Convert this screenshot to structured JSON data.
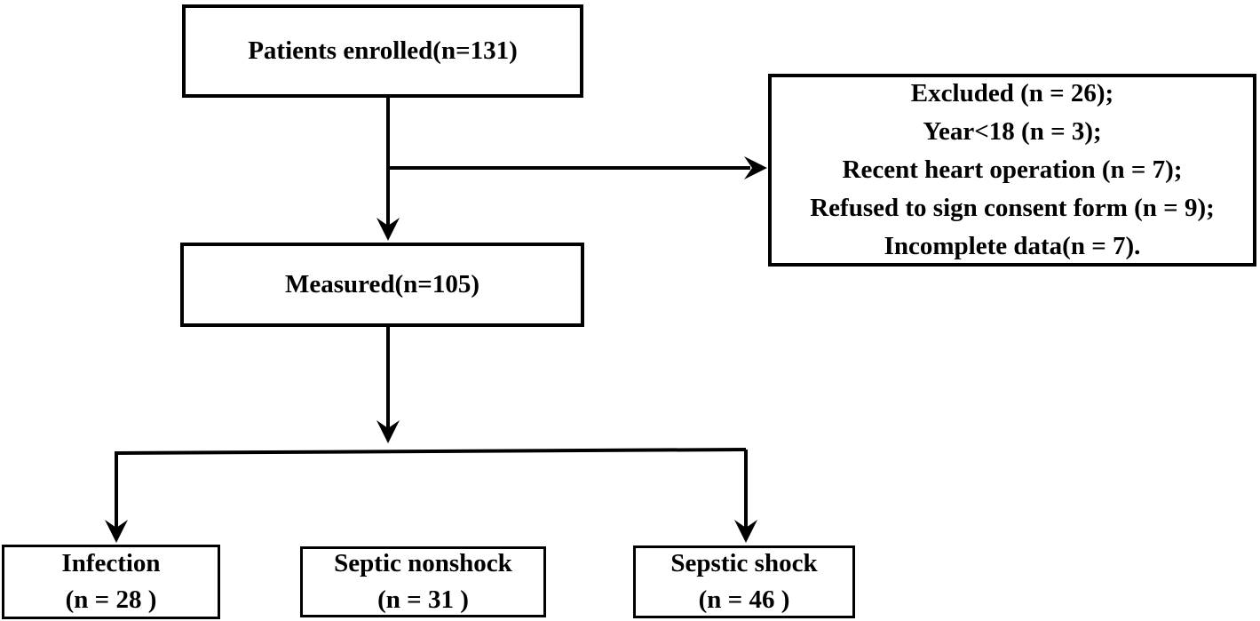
{
  "diagram": {
    "nodes": {
      "enrolled": {
        "label": "Patients enrolled(n=131)"
      },
      "excluded": {
        "lines": [
          "Excluded (n = 26);",
          "Year<18 (n = 3);",
          "Recent heart operation (n = 7);",
          "Refused to sign consent form (n = 9);",
          "Incomplete data(n = 7)."
        ]
      },
      "measured": {
        "label": "Measured(n=105)"
      },
      "infection": {
        "lines": [
          "Infection",
          "(n = 28 )"
        ]
      },
      "septic_nonshock": {
        "lines": [
          "Septic nonshock",
          "(n = 31 )"
        ]
      },
      "sepstic_shock": {
        "lines": [
          "Sepstic shock",
          "(n = 46 )"
        ]
      }
    },
    "colors": {
      "line": "#000000",
      "border": "#000000",
      "background": "#ffffff",
      "text": "#000000"
    }
  }
}
